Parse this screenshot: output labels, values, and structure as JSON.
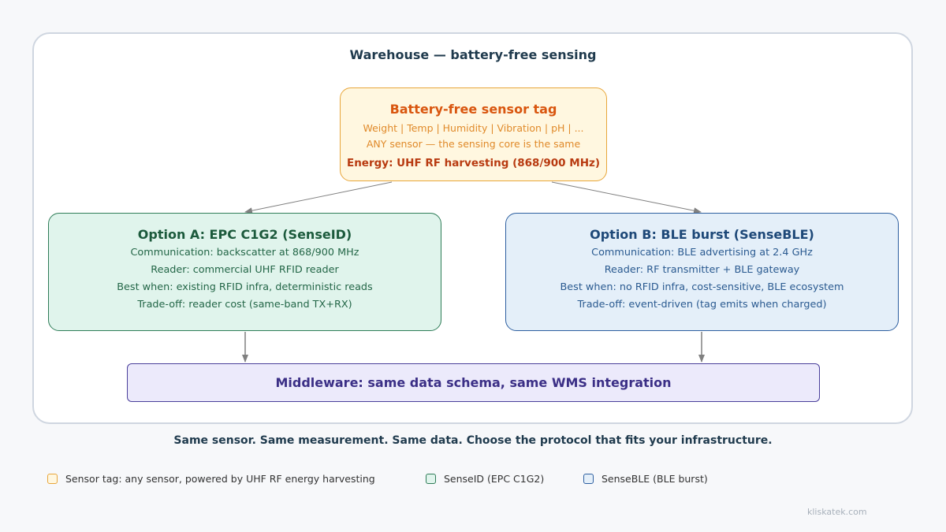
{
  "title": "Warehouse — battery-free sensing",
  "sensor_tag": {
    "heading": "Battery-free sensor tag",
    "sensors_line": "Weight | Temp | Humidity | Vibration | pH | ...",
    "core_line": "ANY sensor — the sensing core is the same",
    "energy_line": "Energy: UHF RF harvesting (868/900 MHz)"
  },
  "option_a": {
    "heading": "Option A: EPC C1G2 (SenseID)",
    "lines": [
      "Communication: backscatter at 868/900 MHz",
      "Reader: commercial UHF RFID reader",
      "Best when: existing RFID infra, deterministic reads",
      "Trade-off: reader cost (same-band TX+RX)"
    ]
  },
  "option_b": {
    "heading": "Option B: BLE burst (SenseBLE)",
    "lines": [
      "Communication: BLE advertising at 2.4 GHz",
      "Reader: RF transmitter + BLE gateway",
      "Best when: no RFID infra, cost-sensitive, BLE ecosystem",
      "Trade-off: event-driven (tag emits when charged)"
    ]
  },
  "middleware": "Middleware: same data schema, same WMS integration",
  "footer": "Same sensor. Same measurement. Same data. Choose the protocol that fits your infrastructure.",
  "legend": [
    {
      "label": "Sensor tag: any sensor, powered by UHF RF energy harvesting",
      "color": "#fff7e0",
      "border": "#e8a63a"
    },
    {
      "label": "SenseID (EPC C1G2)",
      "color": "#e0f4ec",
      "border": "#2f7d58"
    },
    {
      "label": "SenseBLE (BLE burst)",
      "color": "#e4eff9",
      "border": "#2d5fa0"
    }
  ],
  "brand": "kliskatek.com",
  "colors": {
    "arrow": "#808080",
    "accent_orange": "#d9560f",
    "accent_green": "#1c5a3c",
    "accent_blue": "#1d4878",
    "accent_purple": "#3b2f86"
  }
}
